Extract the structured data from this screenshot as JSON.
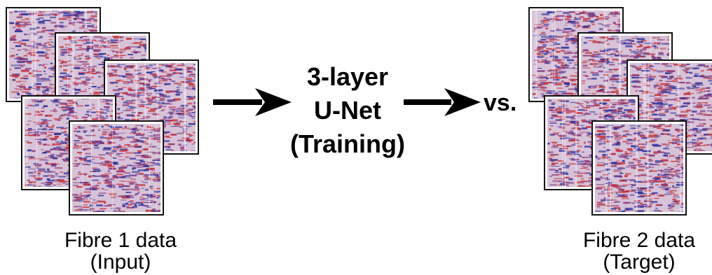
{
  "input_caption": {
    "line1": "Fibre 1 data",
    "line2": "(Input)"
  },
  "model_label": {
    "line1": "3-layer",
    "line2": "U-Net",
    "line3": "(Training)"
  },
  "compare_label": "vs.",
  "target_caption": {
    "line1": "Fibre 2 data",
    "line2": "(Target)"
  },
  "colors": {
    "red": "#c8323c",
    "blue": "#2b2f9b",
    "purple": "#8a3c7c",
    "arrow": "#000000",
    "border": "#111111"
  }
}
